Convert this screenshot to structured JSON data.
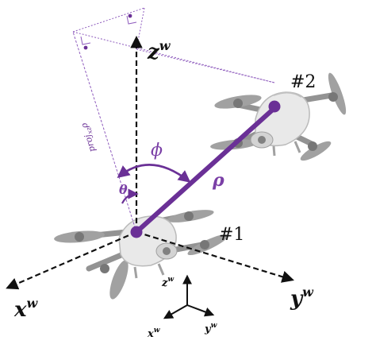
{
  "colors": {
    "accent": "#6a3096",
    "accent_light": "#8e5bbd",
    "axis": "#111111",
    "drone_body": "#e6e6e6",
    "drone_arm": "#8a8a8a"
  },
  "labels": {
    "drone1": "#1",
    "drone2": "#2",
    "z_axis": "z",
    "x_axis": "x",
    "y_axis": "y",
    "axis_superscript": "w",
    "phi": "ϕ",
    "theta": "θ",
    "rho": "ρ",
    "proj": "proj",
    "proj_sub": "xz",
    "proj_rho": "ρ",
    "triad_z": "z",
    "triad_x": "x",
    "triad_y": "y",
    "triad_sup": "w"
  }
}
